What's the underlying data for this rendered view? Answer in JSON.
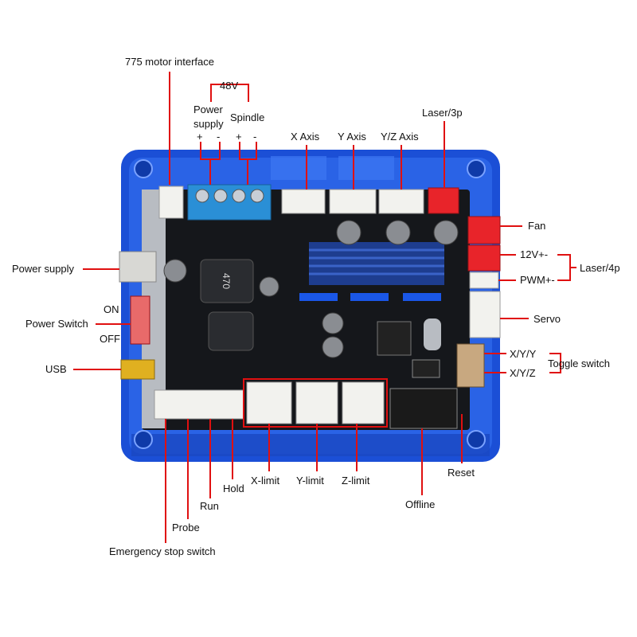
{
  "labels": {
    "motor_interface": "775 motor interface",
    "v48": "48V",
    "power_supply_top_1": "Power",
    "power_supply_top_2": "supply",
    "spindle": "Spindle",
    "plus_1": "+",
    "minus_1": "-",
    "plus_2": "+",
    "minus_2": "-",
    "x_axis": "X Axis",
    "y_axis": "Y Axis",
    "yz_axis": "Y/Z Axis",
    "laser_3p": "Laser/3p",
    "fan": "Fan",
    "v12": "12V+-",
    "pwm": "PWM+-",
    "laser_4p": "Laser/4p",
    "servo": "Servo",
    "power_supply_left": "Power supply",
    "power_switch": "Power Switch",
    "on": "ON",
    "off": "OFF",
    "usb": "USB",
    "xyy": "X/Y/Y",
    "xyz": "X/Y/Z",
    "toggle_switch": "Toggle switch",
    "reset": "Reset",
    "offline": "Offline",
    "z_limit": "Z-limit",
    "y_limit": "Y-limit",
    "x_limit": "X-limit",
    "hold": "Hold",
    "run": "Run",
    "probe": "Probe",
    "estop": "Emergency stop switch"
  },
  "board_marks": {
    "inductor_code": "470"
  },
  "colors": {
    "lead_line": "#e01010",
    "enclosure": "#1b4fd6",
    "pcb": "#15171b",
    "terminal_block": "#2a8fd6",
    "red_connector": "#e8242a",
    "white_connector": "#f2f2ee",
    "heatsink": "#1e3d8f",
    "usb_gold": "#e0b020"
  }
}
